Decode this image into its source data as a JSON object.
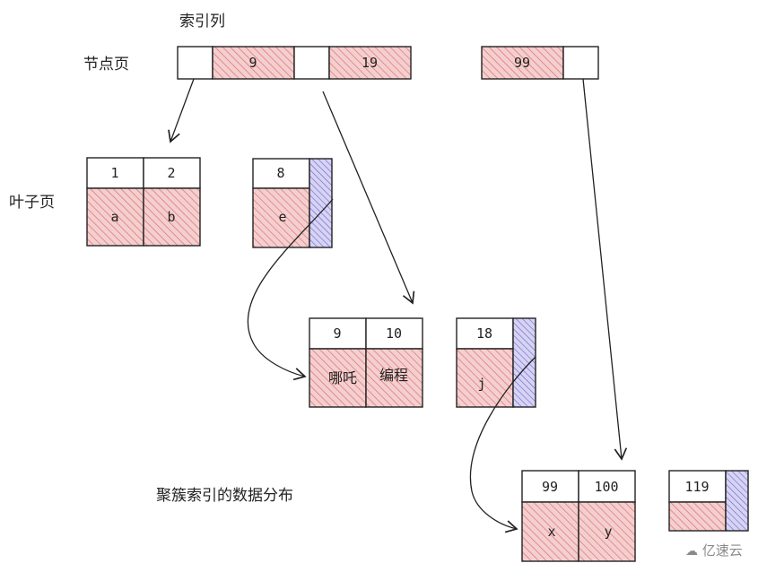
{
  "labels": {
    "index_column": "索引列",
    "node_page": "节点页",
    "leaf_page": "叶子页",
    "caption": "聚簇索引的数据分布"
  },
  "node_page": {
    "keys": [
      "9",
      "19",
      "99"
    ]
  },
  "leaf_pages": [
    {
      "keys": [
        "1",
        "2"
      ],
      "rows": [
        "a",
        "b"
      ]
    },
    {
      "keys": [
        "8"
      ],
      "rows": [
        "e"
      ]
    },
    {
      "keys": [
        "9",
        "10"
      ],
      "rows": [
        "哪吒",
        "编程"
      ]
    },
    {
      "keys": [
        "18"
      ],
      "rows": [
        "j"
      ]
    },
    {
      "keys": [
        "99",
        "100"
      ],
      "rows": [
        "x",
        "y"
      ]
    },
    {
      "keys": [
        "119"
      ],
      "rows": [
        ""
      ]
    }
  ],
  "watermark": "亿速云",
  "colors": {
    "row_fill": "#f2c4c4",
    "row_hatch": "#e06a6a",
    "pointer_fill": "#c9c6ee",
    "pointer_hatch": "#6a63c4",
    "stroke": "#222222"
  }
}
